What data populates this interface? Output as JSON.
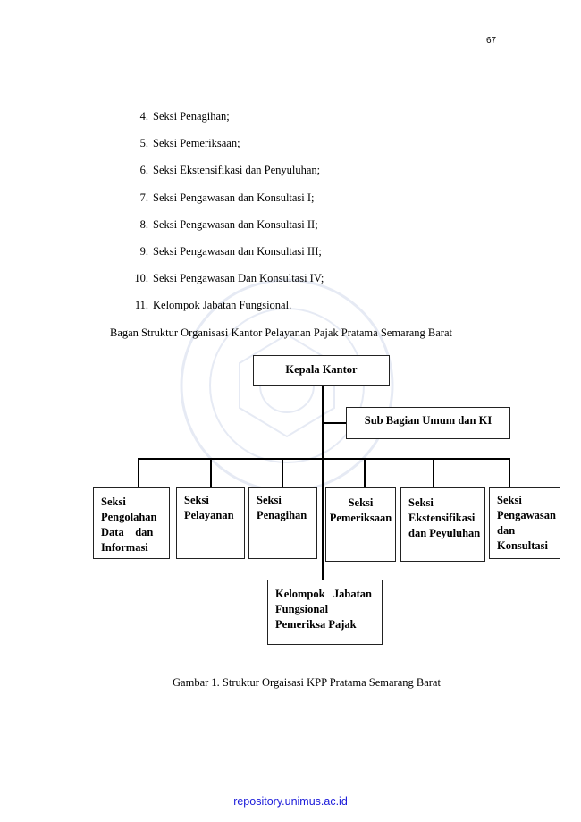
{
  "page_number": "67",
  "list_items": [
    {
      "num": "4.",
      "text": "Seksi Penagihan;"
    },
    {
      "num": "5.",
      "text": "Seksi Pemeriksaan;"
    },
    {
      "num": "6.",
      "text": "Seksi Ekstensifikasi dan Penyuluhan;"
    },
    {
      "num": "7.",
      "text": "Seksi Pengawasan dan Konsultasi I;"
    },
    {
      "num": "8.",
      "text": "Seksi Pengawasan dan Konsultasi II;"
    },
    {
      "num": "9.",
      "text": "Seksi Pengawasan dan Konsultasi III;"
    },
    {
      "num": "10.",
      "text": "Seksi Pengawasan Dan Konsultasi IV;"
    },
    {
      "num": "11.",
      "text": "Kelompok Jabatan Fungsional."
    }
  ],
  "chart_title": "Bagan Struktur Organisasi Kantor Pelayanan Pajak Pratama Semarang Barat",
  "org": {
    "head": "Kepala Kantor",
    "sub_bagian": "Sub Bagian Umum dan KI",
    "seksi": [
      [
        "Seksi",
        "Pengolahan",
        "Data    dan",
        "Informasi"
      ],
      [
        "Seksi",
        "Pelayanan"
      ],
      [
        "Seksi",
        "Penagihan"
      ],
      [
        "Seksi",
        "Pemeriksaan"
      ],
      [
        "Seksi",
        "Ekstensifikasi",
        "dan Peyuluhan"
      ],
      [
        "Seksi",
        "Pengawasan",
        "dan",
        "Konsultasi"
      ]
    ],
    "fungsional": [
      "Kelompok   Jabatan",
      "Fungsional",
      "Pemeriksa Pajak"
    ]
  },
  "caption": "Gambar 1. Struktur Orgaisasi KPP Pratama Semarang Barat",
  "footer": "repository.unimus.ac.id",
  "colors": {
    "footer_link": "#1a1ad9",
    "watermark": "#b8c6e0"
  }
}
